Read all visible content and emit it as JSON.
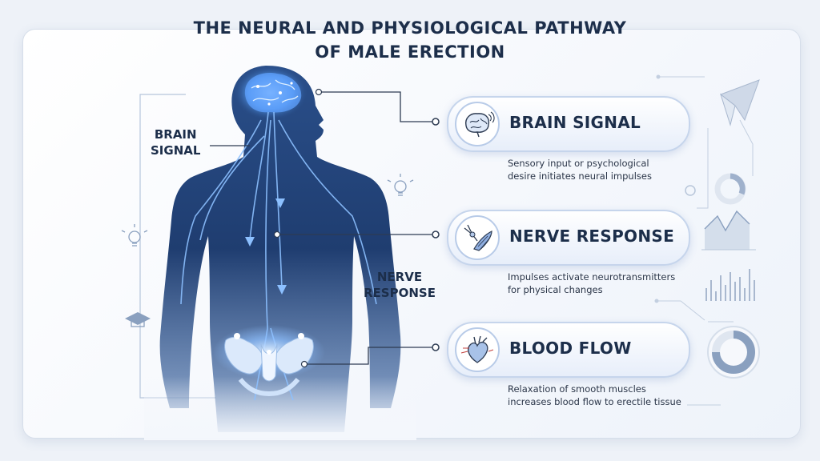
{
  "title": {
    "line1": "THE NEURAL AND PHYSIOLOGICAL PATHWAY",
    "line2": "OF MALE ERECTION"
  },
  "side_labels": {
    "brain_line1": "BRAIN",
    "brain_line2": "SIGNAL",
    "nerve_line1": "NERVE",
    "nerve_line2": "RESPONSE"
  },
  "steps": [
    {
      "label": "BRAIN SIGNAL",
      "icon": "brain-icon",
      "desc_line1": "Sensory input or psychological",
      "desc_line2": "desire initiates neural impulses"
    },
    {
      "label": "NERVE RESPONSE",
      "icon": "neuron-muscle-icon",
      "desc_line1": "Impulses activate neurotransmitters",
      "desc_line2": "for physical changes"
    },
    {
      "label": "BLOOD FLOW",
      "icon": "heart-icon",
      "desc_line1": "Relaxation of smooth muscles",
      "desc_line2": "increases blood flow to erectile tissue"
    }
  ],
  "colors": {
    "navy": "#1c2e4a",
    "body_dark": "#1e3a6a",
    "nerve_glow": "#7fb6ff",
    "pill_border": "#c6d5ec"
  }
}
